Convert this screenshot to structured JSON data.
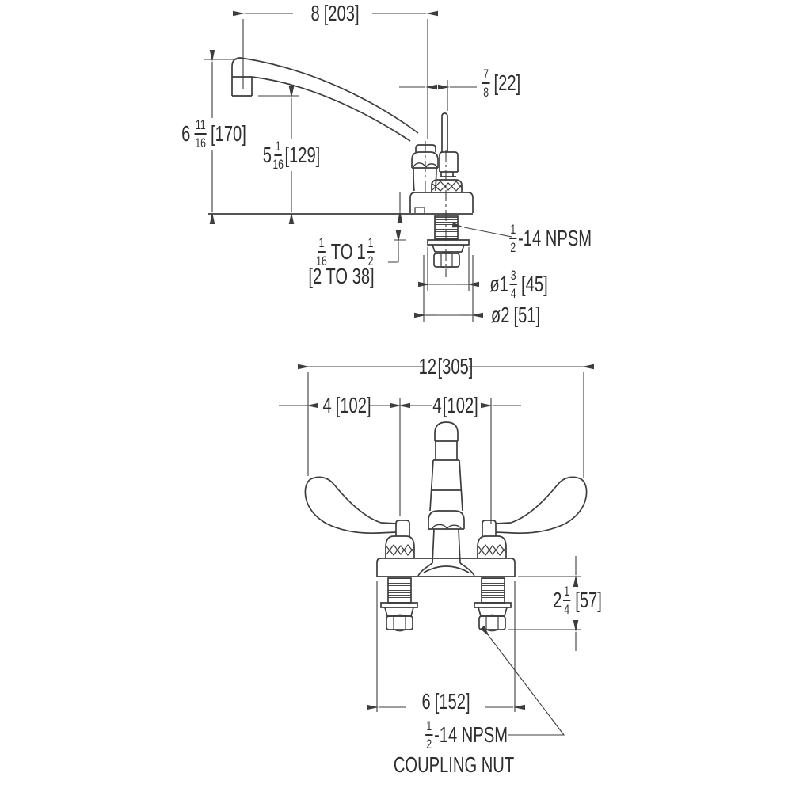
{
  "drawing": {
    "title": "two-view dimensioned faucet drawing",
    "line_color": "#3d3d3d",
    "text_color": "#2e2e2e",
    "background": "#ffffff",
    "side_view": {
      "spout_reach": {
        "value": "8",
        "bracket": "[203]"
      },
      "overall_height": {
        "whole": "6",
        "frac_n": "11",
        "frac_d": "16",
        "bracket": "[170]"
      },
      "spout_height": {
        "whole": "5",
        "frac_n": "1",
        "frac_d": "16",
        "bracket": "[129]"
      },
      "handle_offset": {
        "frac_n": "7",
        "frac_d": "8",
        "bracket": "[22]"
      },
      "deck_thickness": {
        "frac1_n": "1",
        "frac1_d": "16",
        "connector": "TO",
        "whole": "1",
        "frac2_n": "1",
        "frac2_d": "2",
        "bracket": "[2 TO 38]"
      },
      "shank_thread": {
        "frac_n": "1",
        "frac_d": "2",
        "spec": "-14 NPSM"
      },
      "flange_diameter": {
        "prefix": "ø1",
        "frac_n": "3",
        "frac_d": "4",
        "bracket": "[45]"
      },
      "base_diameter": {
        "value": "ø2",
        "bracket": "[51]"
      }
    },
    "front_view": {
      "overall_width": {
        "value": "12",
        "bracket": "[305]"
      },
      "handle_length": {
        "value": "4",
        "bracket": "[102]"
      },
      "handle_gap": {
        "value": "4",
        "bracket": "[102]"
      },
      "deck_clearance": {
        "whole": "2",
        "frac_n": "1",
        "frac_d": "4",
        "bracket": "[57]"
      },
      "base_width": {
        "value": "6",
        "bracket": "[152]"
      },
      "coupling_nut": {
        "frac_n": "1",
        "frac_d": "2",
        "spec": "-14 NPSM",
        "label": "COUPLING NUT"
      }
    }
  }
}
